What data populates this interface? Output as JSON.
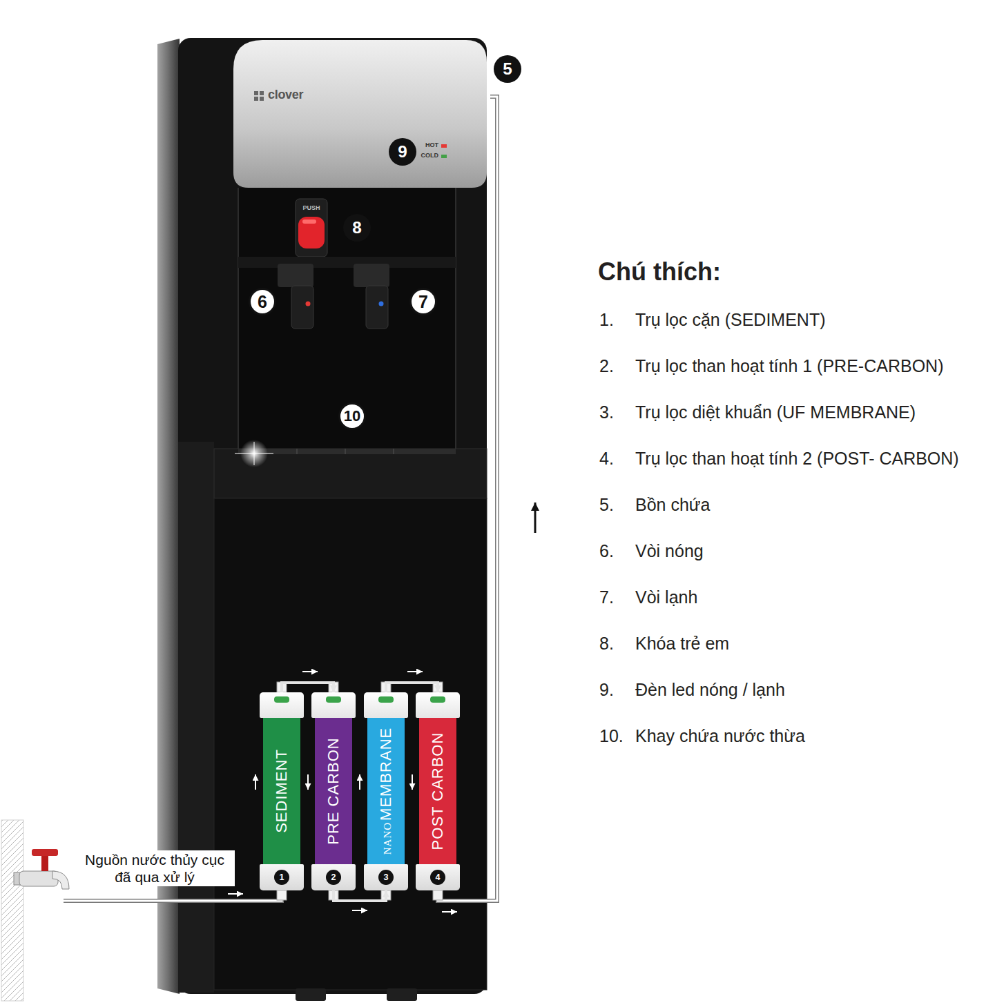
{
  "diagram": {
    "nodes": [
      {
        "text": [
          "SEDIMENT"
        ]
      },
      {
        "text": [
          "PRE CARBON"
        ]
      },
      {
        "text": [
          "NANO",
          "MEMBRANE"
        ]
      },
      {
        "text": [
          "POST CARBON"
        ]
      }
    ],
    "edges": [
      {
        "from": 0,
        "to": 1,
        "arrow": "to"
      },
      {
        "from": 1,
        "to": 2,
        "arrow": "to"
      },
      {
        "from": 2,
        "to": 3,
        "arrow": "to"
      }
    ],
    "labels": [
      "clover",
      "HOT",
      "COLD",
      "PUSH",
      "9",
      "8",
      "6",
      "7",
      "10",
      "5",
      "1",
      "2",
      "3",
      "4",
      "Nguồn nước thủy cục đã qua xử lý",
      "Chú thích:",
      "1.",
      "Trụ lọc cặn (SEDIMENT)",
      "2.",
      "Trụ lọc than hoạt tính 1 (PRE-CARBON)",
      "3.",
      "Trụ lọc diệt khuẩn (UF MEMBRANE)",
      "4.",
      "Trụ lọc than hoạt tính 2 (POST- CARBON)",
      "5.",
      "Bồn chứa",
      "6.",
      "Vòi nóng",
      "7.",
      "Vòi lạnh",
      "8.",
      "Khóa trẻ em",
      "9.",
      "Đèn led nóng / lạnh",
      "10.",
      "Khay chứa nước thừa"
    ]
  }
}
